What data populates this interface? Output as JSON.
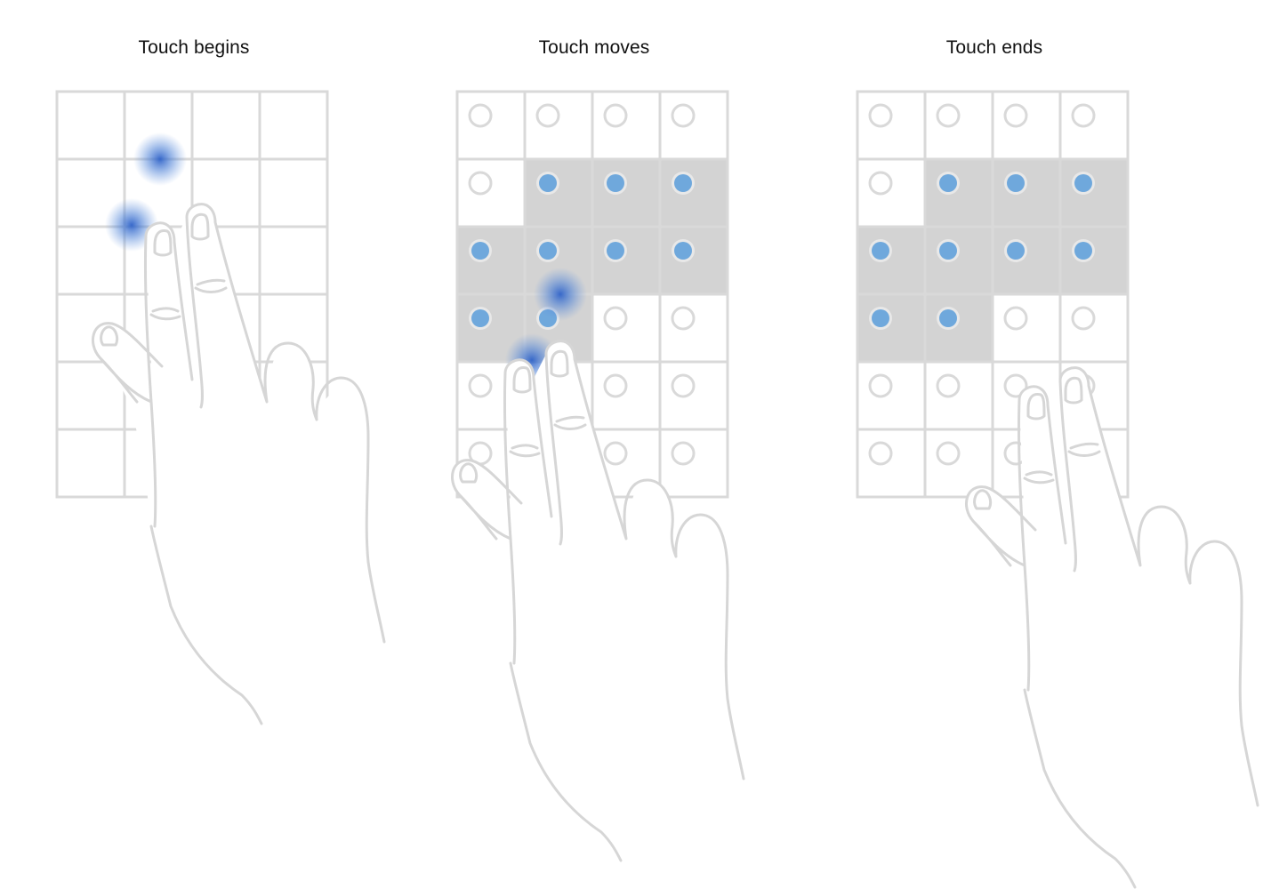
{
  "colors": {
    "grid_line": "#d9d9d9",
    "selected_cell": "#d3d3d3",
    "dot_fill": "#6fa8dc",
    "dot_ring": "#e8e8e8",
    "touch_glow": "#3a6fd0",
    "hand_stroke": "#d6d6d6"
  },
  "panels": [
    {
      "title": "Touch begins",
      "show_dots": false,
      "selected": [],
      "touches": [
        [
          1,
          1
        ],
        [
          2,
          1
        ]
      ],
      "hand_icon": "two-finger-hand-icon"
    },
    {
      "title": "Touch moves",
      "show_dots": true,
      "selected": [
        [
          1,
          1
        ],
        [
          1,
          2
        ],
        [
          1,
          3
        ],
        [
          2,
          0
        ],
        [
          2,
          1
        ],
        [
          2,
          2
        ],
        [
          2,
          3
        ],
        [
          3,
          0
        ],
        [
          3,
          1
        ]
      ],
      "touches": [
        [
          3,
          1
        ],
        [
          4,
          1
        ]
      ],
      "hand_icon": "two-finger-hand-icon"
    },
    {
      "title": "Touch ends",
      "show_dots": true,
      "selected": [
        [
          1,
          1
        ],
        [
          1,
          2
        ],
        [
          1,
          3
        ],
        [
          2,
          0
        ],
        [
          2,
          1
        ],
        [
          2,
          2
        ],
        [
          2,
          3
        ],
        [
          3,
          0
        ],
        [
          3,
          1
        ]
      ],
      "touches": [],
      "hand_icon": "two-finger-hand-icon"
    }
  ]
}
